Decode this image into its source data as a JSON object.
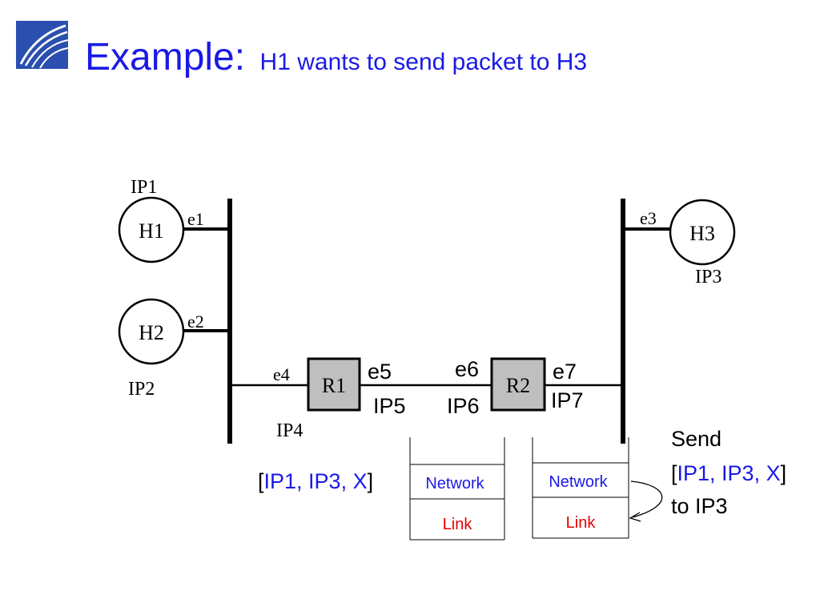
{
  "title": {
    "main": "Example:",
    "sub": "H1 wants to send packet to H3",
    "color": "#1a1ae6"
  },
  "logo": {
    "icon": "swoosh-logo-icon"
  },
  "diagram": {
    "hosts": {
      "h1": {
        "name": "H1",
        "ip": "IP1",
        "iface": "e1"
      },
      "h2": {
        "name": "H2",
        "ip": "IP2",
        "iface": "e2"
      },
      "h3": {
        "name": "H3",
        "ip": "IP3",
        "iface": "e3"
      }
    },
    "routers": {
      "r1": {
        "name": "R1",
        "left_iface": "e4",
        "left_ip": "IP4",
        "right_iface": "e5",
        "right_ip": "IP5"
      },
      "r2": {
        "name": "R2",
        "left_iface": "e6",
        "left_ip": "IP6",
        "right_iface": "e7",
        "right_ip": "IP7"
      }
    },
    "stacks": {
      "left": {
        "network": "Network",
        "link": "Link"
      },
      "right": {
        "network": "Network",
        "link": "Link"
      }
    },
    "packet_left": {
      "open": "[",
      "content": "IP1, IP3, X",
      "close": "]"
    },
    "send_note": {
      "line1": "Send",
      "open": "[",
      "content": "IP1, IP3, X",
      "close": "]",
      "line3": "to IP3"
    },
    "colors": {
      "blue": "#1a1ae6",
      "red": "#e60000",
      "router_fill": "#bfbfbf",
      "line": "#000000"
    }
  }
}
